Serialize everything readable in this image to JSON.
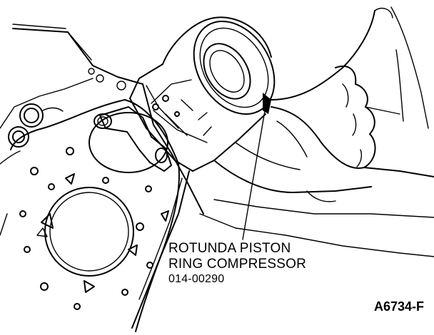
{
  "callout": {
    "line1": "ROTUNDA PISTON",
    "line2": "RING COMPRESSOR",
    "part_number": "014-00290"
  },
  "figure_id": "A6734-F"
}
